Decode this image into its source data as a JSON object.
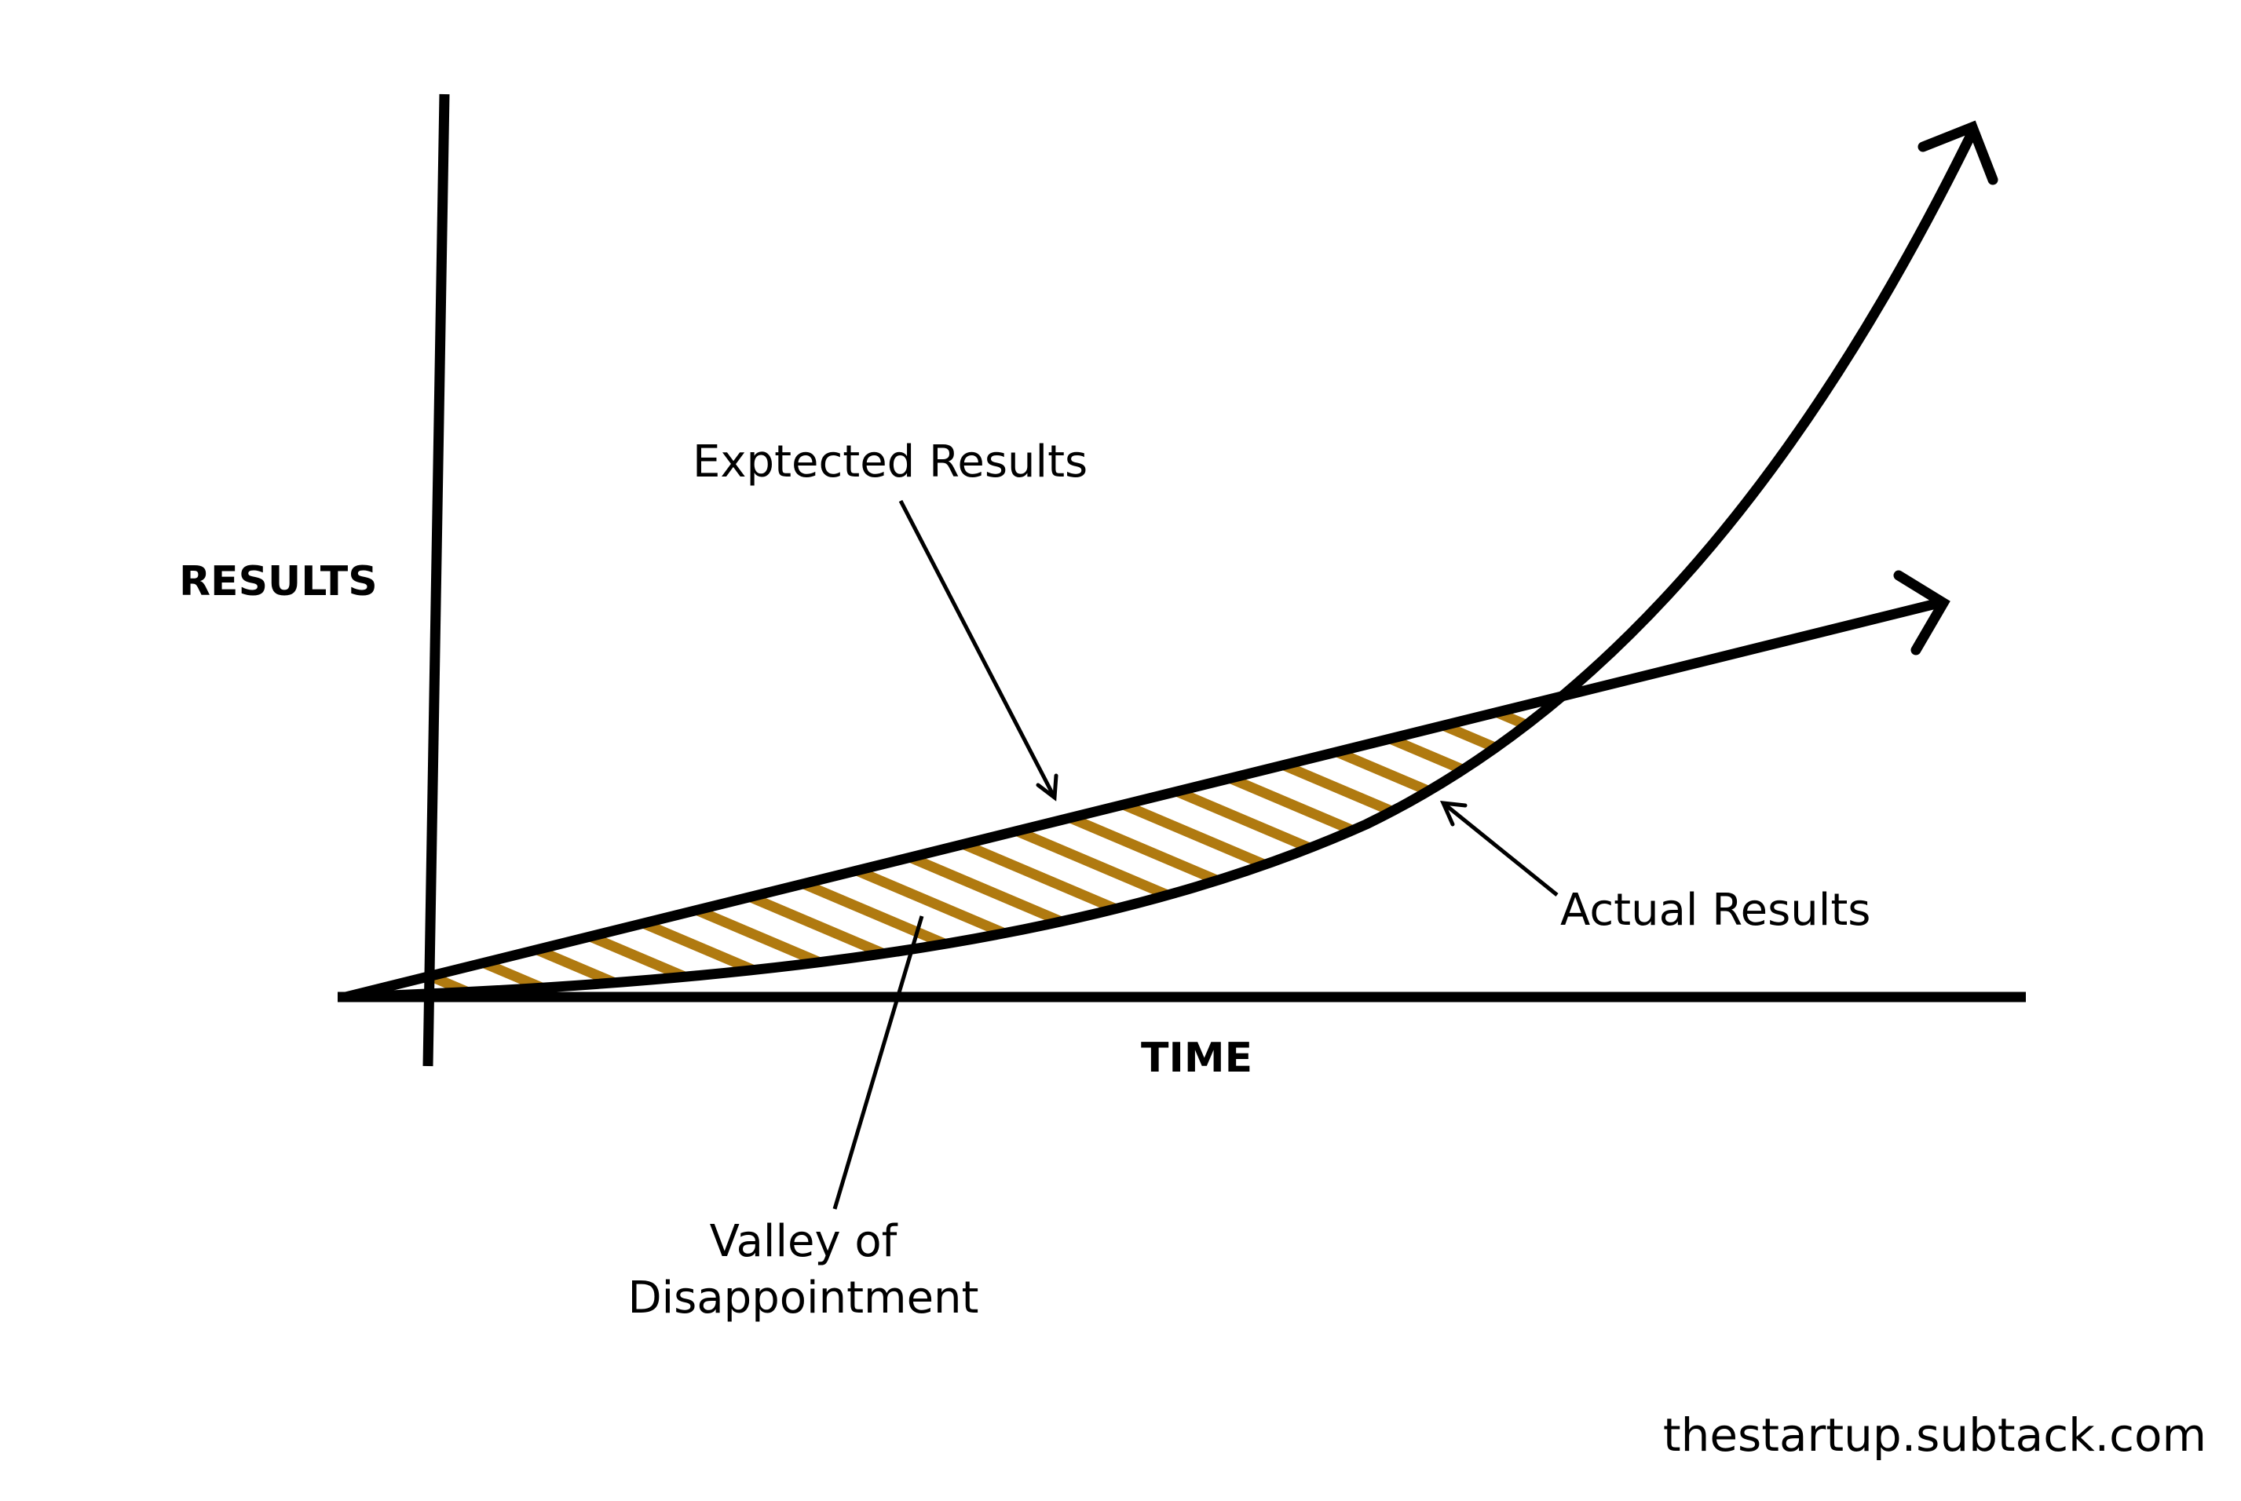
{
  "labels": {
    "y_axis": "RESULTS",
    "x_axis": "TIME",
    "expected": "Exptected Results",
    "actual": "Actual Results",
    "valley_line1": "Valley of",
    "valley_line2": "Disappointment",
    "watermark": "thestartup.subtack.com"
  },
  "colors": {
    "ink": "#000000",
    "hatch": "#b07a10",
    "background": "#ffffff"
  }
}
